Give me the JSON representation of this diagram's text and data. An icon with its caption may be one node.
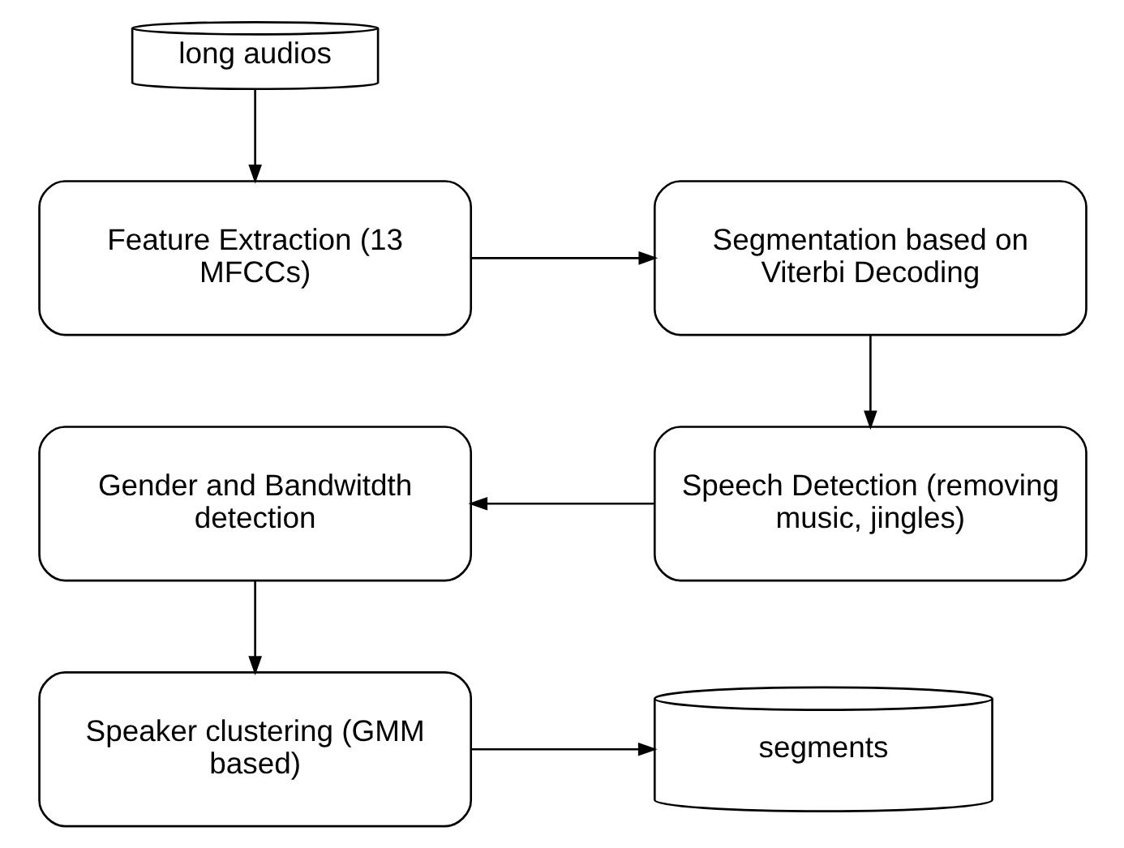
{
  "diagram": {
    "nodes": [
      {
        "text": [
          "long audios"
        ]
      },
      {
        "text": [
          "Feature Extraction (13 MFCCs)"
        ]
      },
      {
        "text": [
          "Segmentation based on Viterbi Decoding"
        ]
      },
      {
        "text": [
          "Speech Detection (removing music, jingles)"
        ]
      },
      {
        "text": [
          "Gender and Bandwitdth detection"
        ]
      },
      {
        "text": [
          "Speaker clustering (GMM based)"
        ]
      },
      {
        "text": [
          "segments"
        ]
      }
    ],
    "edges": [
      {
        "from": 0,
        "to": 1,
        "arrow": "to"
      },
      {
        "from": 1,
        "to": 2,
        "arrow": "to"
      },
      {
        "from": 2,
        "to": 3,
        "arrow": "to"
      },
      {
        "from": 3,
        "to": 4,
        "arrow": "to"
      },
      {
        "from": 4,
        "to": 5,
        "arrow": "to"
      },
      {
        "from": 5,
        "to": 6,
        "arrow": "to"
      }
    ]
  }
}
